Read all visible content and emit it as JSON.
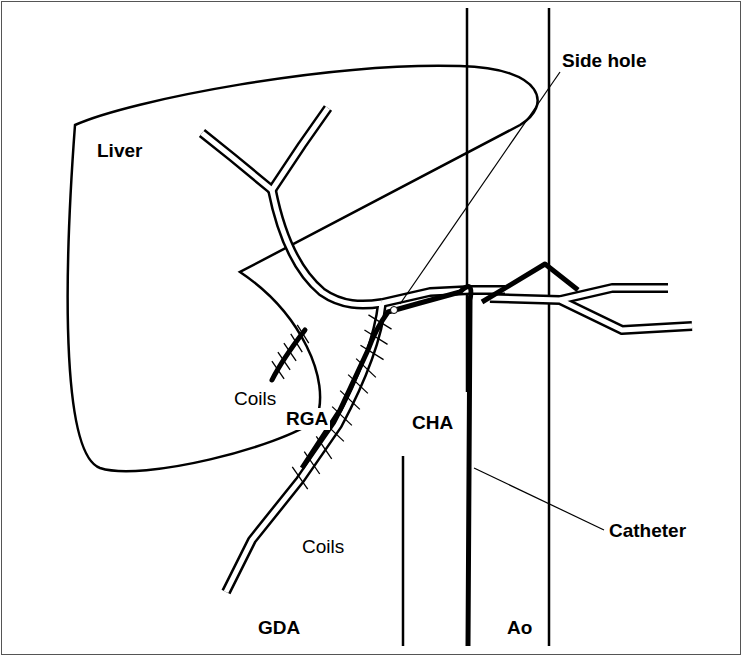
{
  "diagram": {
    "labels": [
      "Liver",
      "Side hole",
      "Coils",
      "RGA",
      "CHA",
      "Catheter",
      "Coils",
      "GDA",
      "Ao"
    ]
  }
}
